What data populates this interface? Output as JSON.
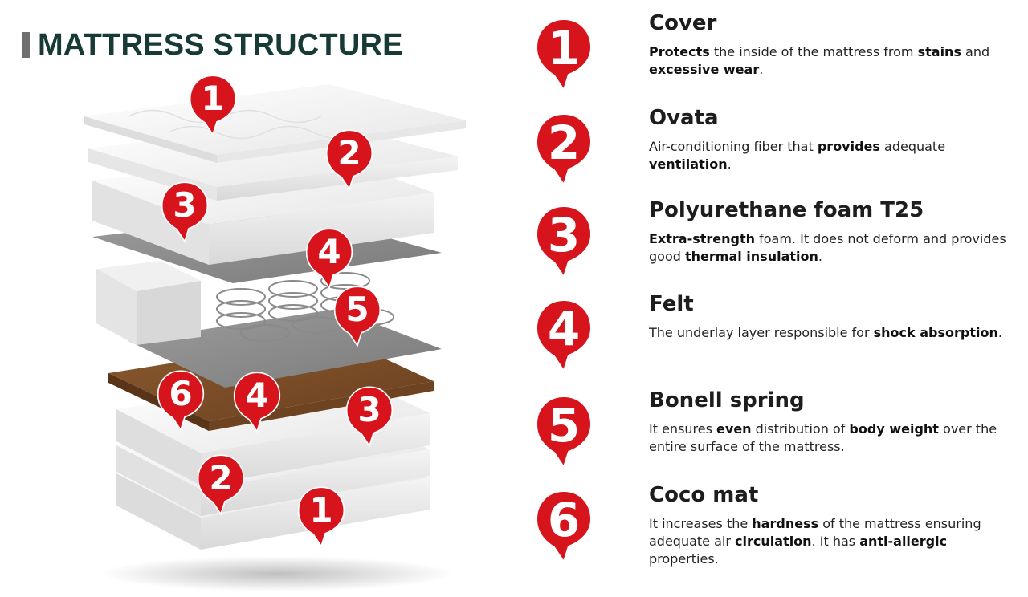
{
  "title": "MATTRESS STRUCTURE",
  "colors": {
    "marker": "#d7141c",
    "title": "#183a37"
  },
  "illustration_markers": [
    "1",
    "2",
    "3",
    "4",
    "5",
    "6",
    "4",
    "3",
    "2",
    "1"
  ],
  "layers": [
    {
      "number": "1",
      "name": "Cover",
      "desc": [
        {
          "b": true,
          "t": "Protects"
        },
        {
          "t": " the inside of the mattress from "
        },
        {
          "b": true,
          "t": "stains"
        },
        {
          "t": " and "
        },
        {
          "b": true,
          "t": "excessive wear"
        },
        {
          "t": "."
        }
      ]
    },
    {
      "number": "2",
      "name": "Ovata",
      "desc": [
        {
          "t": "Air-conditioning fiber that "
        },
        {
          "b": true,
          "t": "provides"
        },
        {
          "t": " adequate "
        },
        {
          "b": true,
          "t": "ventilation"
        },
        {
          "t": "."
        }
      ]
    },
    {
      "number": "3",
      "name": "Polyurethane foam T25",
      "desc": [
        {
          "b": true,
          "t": "Extra-strength"
        },
        {
          "t": " foam. It does not deform and provides good "
        },
        {
          "b": true,
          "t": "thermal insulation"
        },
        {
          "t": "."
        }
      ]
    },
    {
      "number": "4",
      "name": "Felt",
      "desc": [
        {
          "t": "The underlay layer responsible for "
        },
        {
          "b": true,
          "t": "shock absorption"
        },
        {
          "t": "."
        }
      ]
    },
    {
      "number": "5",
      "name": "Bonell spring",
      "desc": [
        {
          "t": "It ensures "
        },
        {
          "b": true,
          "t": "even"
        },
        {
          "t": " distribution of "
        },
        {
          "b": true,
          "t": "body weight"
        },
        {
          "t": " over the entire surface of the mattress."
        }
      ]
    },
    {
      "number": "6",
      "name": "Coco mat",
      "desc": [
        {
          "t": "It increases the "
        },
        {
          "b": true,
          "t": "hardness"
        },
        {
          "t": " of the mattress ensuring adequate air "
        },
        {
          "b": true,
          "t": "circulation"
        },
        {
          "t": ". It has "
        },
        {
          "b": true,
          "t": "anti-allergic"
        },
        {
          "t": " properties."
        }
      ]
    }
  ]
}
